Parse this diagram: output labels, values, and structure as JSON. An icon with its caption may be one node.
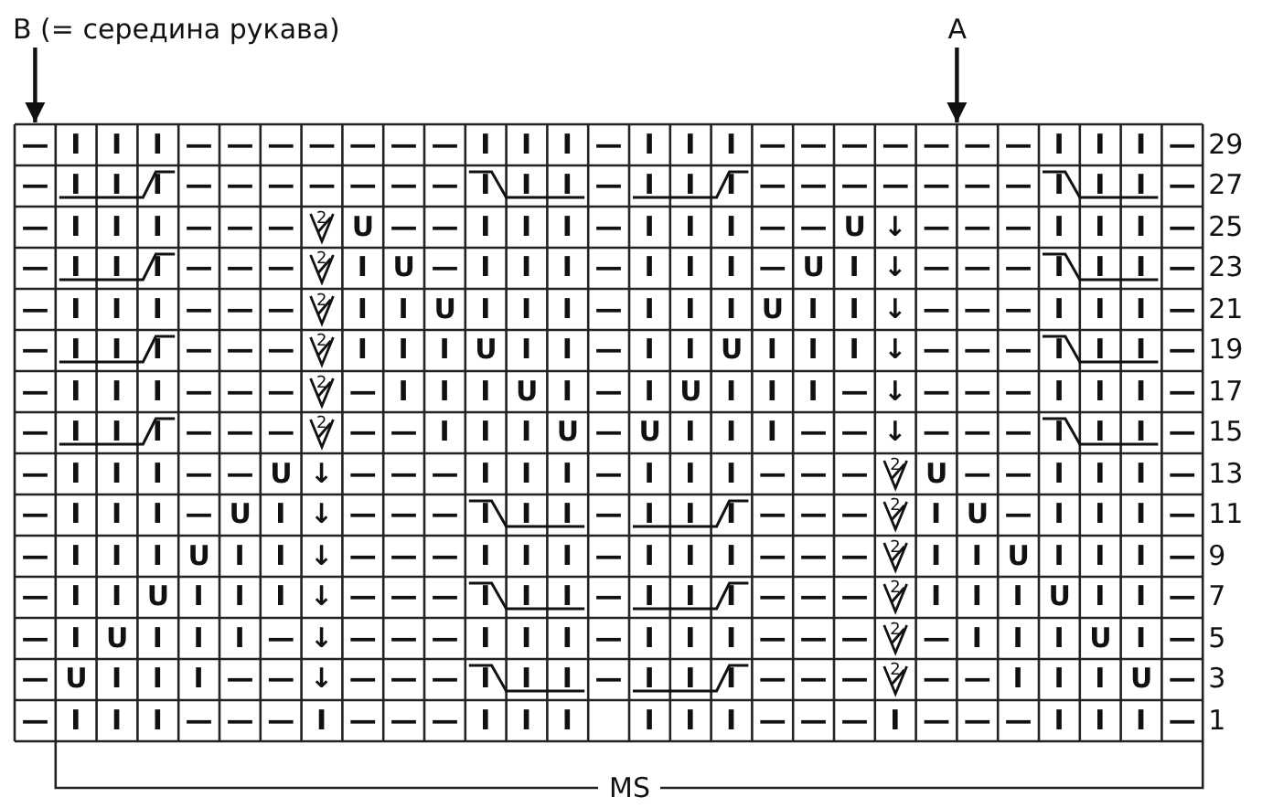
{
  "diagram": {
    "labels": [
      "B (= середина рукава)",
      "A",
      "—",
      "I",
      "I",
      "I",
      "—",
      "—",
      "—",
      "—",
      "—",
      "—",
      "—",
      "I",
      "I",
      "I",
      "—",
      "I",
      "I",
      "I",
      "—",
      "—",
      "—",
      "—",
      "—",
      "—",
      "—",
      "I",
      "I",
      "I",
      "—",
      "29",
      "—",
      "I",
      "I",
      "I",
      "—",
      "—",
      "—",
      "—",
      "—",
      "—",
      "—",
      "I",
      "I",
      "I",
      "—",
      "I",
      "I",
      "I",
      "—",
      "—",
      "—",
      "—",
      "—",
      "—",
      "—",
      "I",
      "I",
      "I",
      "—",
      "27",
      "—",
      "I",
      "I",
      "I",
      "—",
      "—",
      "—",
      "2",
      "U",
      "—",
      "—",
      "I",
      "I",
      "I",
      "—",
      "I",
      "I",
      "I",
      "—",
      "—",
      "U",
      "↓",
      "—",
      "—",
      "—",
      "I",
      "I",
      "I",
      "—",
      "25",
      "—",
      "I",
      "I",
      "I",
      "—",
      "—",
      "—",
      "2",
      "I",
      "U",
      "—",
      "I",
      "I",
      "I",
      "—",
      "I",
      "I",
      "I",
      "—",
      "U",
      "I",
      "↓",
      "—",
      "—",
      "—",
      "I",
      "I",
      "I",
      "—",
      "23",
      "—",
      "I",
      "I",
      "I",
      "—",
      "—",
      "—",
      "2",
      "I",
      "I",
      "U",
      "I",
      "I",
      "I",
      "—",
      "I",
      "I",
      "I",
      "U",
      "I",
      "I",
      "↓",
      "—",
      "—",
      "—",
      "I",
      "I",
      "I",
      "—",
      "21",
      "—",
      "I",
      "I",
      "I",
      "—",
      "—",
      "—",
      "2",
      "I",
      "I",
      "I",
      "U",
      "I",
      "I",
      "—",
      "I",
      "I",
      "U",
      "I",
      "I",
      "I",
      "↓",
      "—",
      "—",
      "—",
      "I",
      "I",
      "I",
      "—",
      "19",
      "—",
      "I",
      "I",
      "I",
      "—",
      "—",
      "—",
      "2",
      "—",
      "I",
      "I",
      "I",
      "U",
      "I",
      "—",
      "I",
      "U",
      "I",
      "I",
      "I",
      "—",
      "↓",
      "—",
      "—",
      "—",
      "I",
      "I",
      "I",
      "—",
      "17",
      "—",
      "I",
      "I",
      "I",
      "—",
      "—",
      "—",
      "2",
      "—",
      "—",
      "I",
      "I",
      "I",
      "U",
      "—",
      "U",
      "I",
      "I",
      "I",
      "—",
      "—",
      "↓",
      "—",
      "—",
      "—",
      "I",
      "I",
      "I",
      "—",
      "15",
      "—",
      "I",
      "I",
      "I",
      "—",
      "—",
      "U",
      "↓",
      "—",
      "—",
      "—",
      "I",
      "I",
      "I",
      "—",
      "I",
      "I",
      "I",
      "—",
      "—",
      "—",
      "2",
      "U",
      "—",
      "—",
      "I",
      "I",
      "I",
      "—",
      "13",
      "—",
      "I",
      "I",
      "I",
      "—",
      "U",
      "I",
      "↓",
      "—",
      "—",
      "—",
      "I",
      "I",
      "I",
      "—",
      "I",
      "I",
      "I",
      "—",
      "—",
      "—",
      "2",
      "I",
      "U",
      "—",
      "I",
      "I",
      "I",
      "—",
      "11",
      "—",
      "I",
      "I",
      "I",
      "U",
      "I",
      "I",
      "↓",
      "—",
      "—",
      "—",
      "I",
      "I",
      "I",
      "—",
      "I",
      "I",
      "I",
      "—",
      "—",
      "—",
      "2",
      "I",
      "I",
      "U",
      "I",
      "I",
      "I",
      "—",
      "9",
      "—",
      "I",
      "I",
      "U",
      "I",
      "I",
      "I",
      "↓",
      "—",
      "—",
      "—",
      "I",
      "I",
      "I",
      "—",
      "I",
      "I",
      "I",
      "—",
      "—",
      "—",
      "2",
      "I",
      "I",
      "I",
      "U",
      "I",
      "I",
      "—",
      "7",
      "—",
      "I",
      "U",
      "I",
      "I",
      "I",
      "—",
      "↓",
      "—",
      "—",
      "—",
      "I",
      "I",
      "I",
      "—",
      "I",
      "I",
      "I",
      "—",
      "—",
      "—",
      "2",
      "—",
      "I",
      "I",
      "I",
      "U",
      "I",
      "—",
      "5",
      "—",
      "U",
      "I",
      "I",
      "I",
      "—",
      "—",
      "↓",
      "—",
      "—",
      "—",
      "I",
      "I",
      "I",
      "—",
      "I",
      "I",
      "I",
      "—",
      "—",
      "—",
      "2",
      "—",
      "—",
      "I",
      "I",
      "I",
      "U",
      "—",
      "3",
      "—",
      "I",
      "I",
      "I",
      "—",
      "—",
      "—",
      "I",
      "—",
      "—",
      "—",
      "I",
      "I",
      "I",
      "I",
      "I",
      "I",
      "—",
      "—",
      "—",
      "I",
      "—",
      "—",
      "—",
      "I",
      "I",
      "I",
      "—",
      "1",
      "MS"
    ]
  }
}
